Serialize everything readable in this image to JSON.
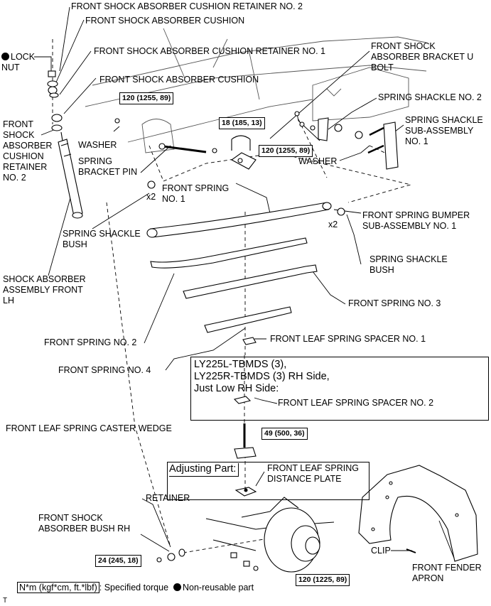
{
  "labels": {
    "retainer_no2_top": "FRONT SHOCK ABSORBER CUSHION RETAINER NO. 2",
    "cushion_top": "FRONT SHOCK ABSORBER CUSHION",
    "lock_nut": "LOCK\nNUT",
    "retainer_no1": "FRONT SHOCK ABSORBER CUSHION RETAINER NO. 1",
    "cushion_lower": "FRONT SHOCK ABSORBER CUSHION",
    "bracket_u_bolt": "FRONT SHOCK\nABSORBER BRACKET U\nBOLT",
    "spring_shackle_no2": "SPRING SHACKLE NO. 2",
    "spring_shackle_sub": "SPRING SHACKLE\nSUB-ASSEMBLY\nNO. 1",
    "washer_left": "WASHER",
    "washer_right": "WASHER",
    "retainer_no2_left": "FRONT\nSHOCK\nABSORBER\nCUSHION\nRETAINER\nNO. 2",
    "spring_bracket_pin": "SPRING\nBRACKET PIN",
    "front_spring_no1": "FRONT SPRING\nNO. 1",
    "bumper_sub": "FRONT SPRING BUMPER\nSUB-ASSEMBLY NO. 1",
    "shackle_bush_left": "SPRING SHACKLE\nBUSH",
    "shackle_bush_right": "SPRING SHACKLE\nBUSH",
    "shock_assembly": "SHOCK ABSORBER\nASSEMBLY FRONT\nLH",
    "front_spring_no3": "FRONT SPRING NO. 3",
    "front_spring_no2": "FRONT SPRING NO. 2",
    "spacer_no1": "FRONT LEAF SPRING SPACER NO. 1",
    "front_spring_no4": "FRONT SPRING NO. 4",
    "variant_note": "LY225L-TBMDS (3),\nLY225R-TBMDS (3) RH Side,\nJust Low RH Side:",
    "spacer_no2": "FRONT LEAF SPRING SPACER NO. 2",
    "caster_wedge": "FRONT LEAF SPRING CASTER WEDGE",
    "adjusting_part": "Adjusting Part:",
    "distance_plate": "FRONT LEAF SPRING\nDISTANCE PLATE",
    "retainer": "RETAINER",
    "bush_rh": "FRONT SHOCK\nABSORBER BUSH RH",
    "clip": "CLIP",
    "fender_apron": "FRONT FENDER\nAPRON",
    "x2_left": "x2",
    "x2_right": "x2"
  },
  "torques": {
    "t1": "120 (1255, 89)",
    "t2": "18 (185, 13)",
    "t3": "120 (1255, 89)",
    "t4": "49 (500, 36)",
    "t5": "24 (245, 18)",
    "t6": "120 (1225, 89)"
  },
  "legend": {
    "torque_unit": "N*m (kgf*cm, ft.*lbf)",
    "torque_text": ": Specified torque",
    "nonreusable": "Non-reusable part"
  },
  "corner_mark": "T"
}
